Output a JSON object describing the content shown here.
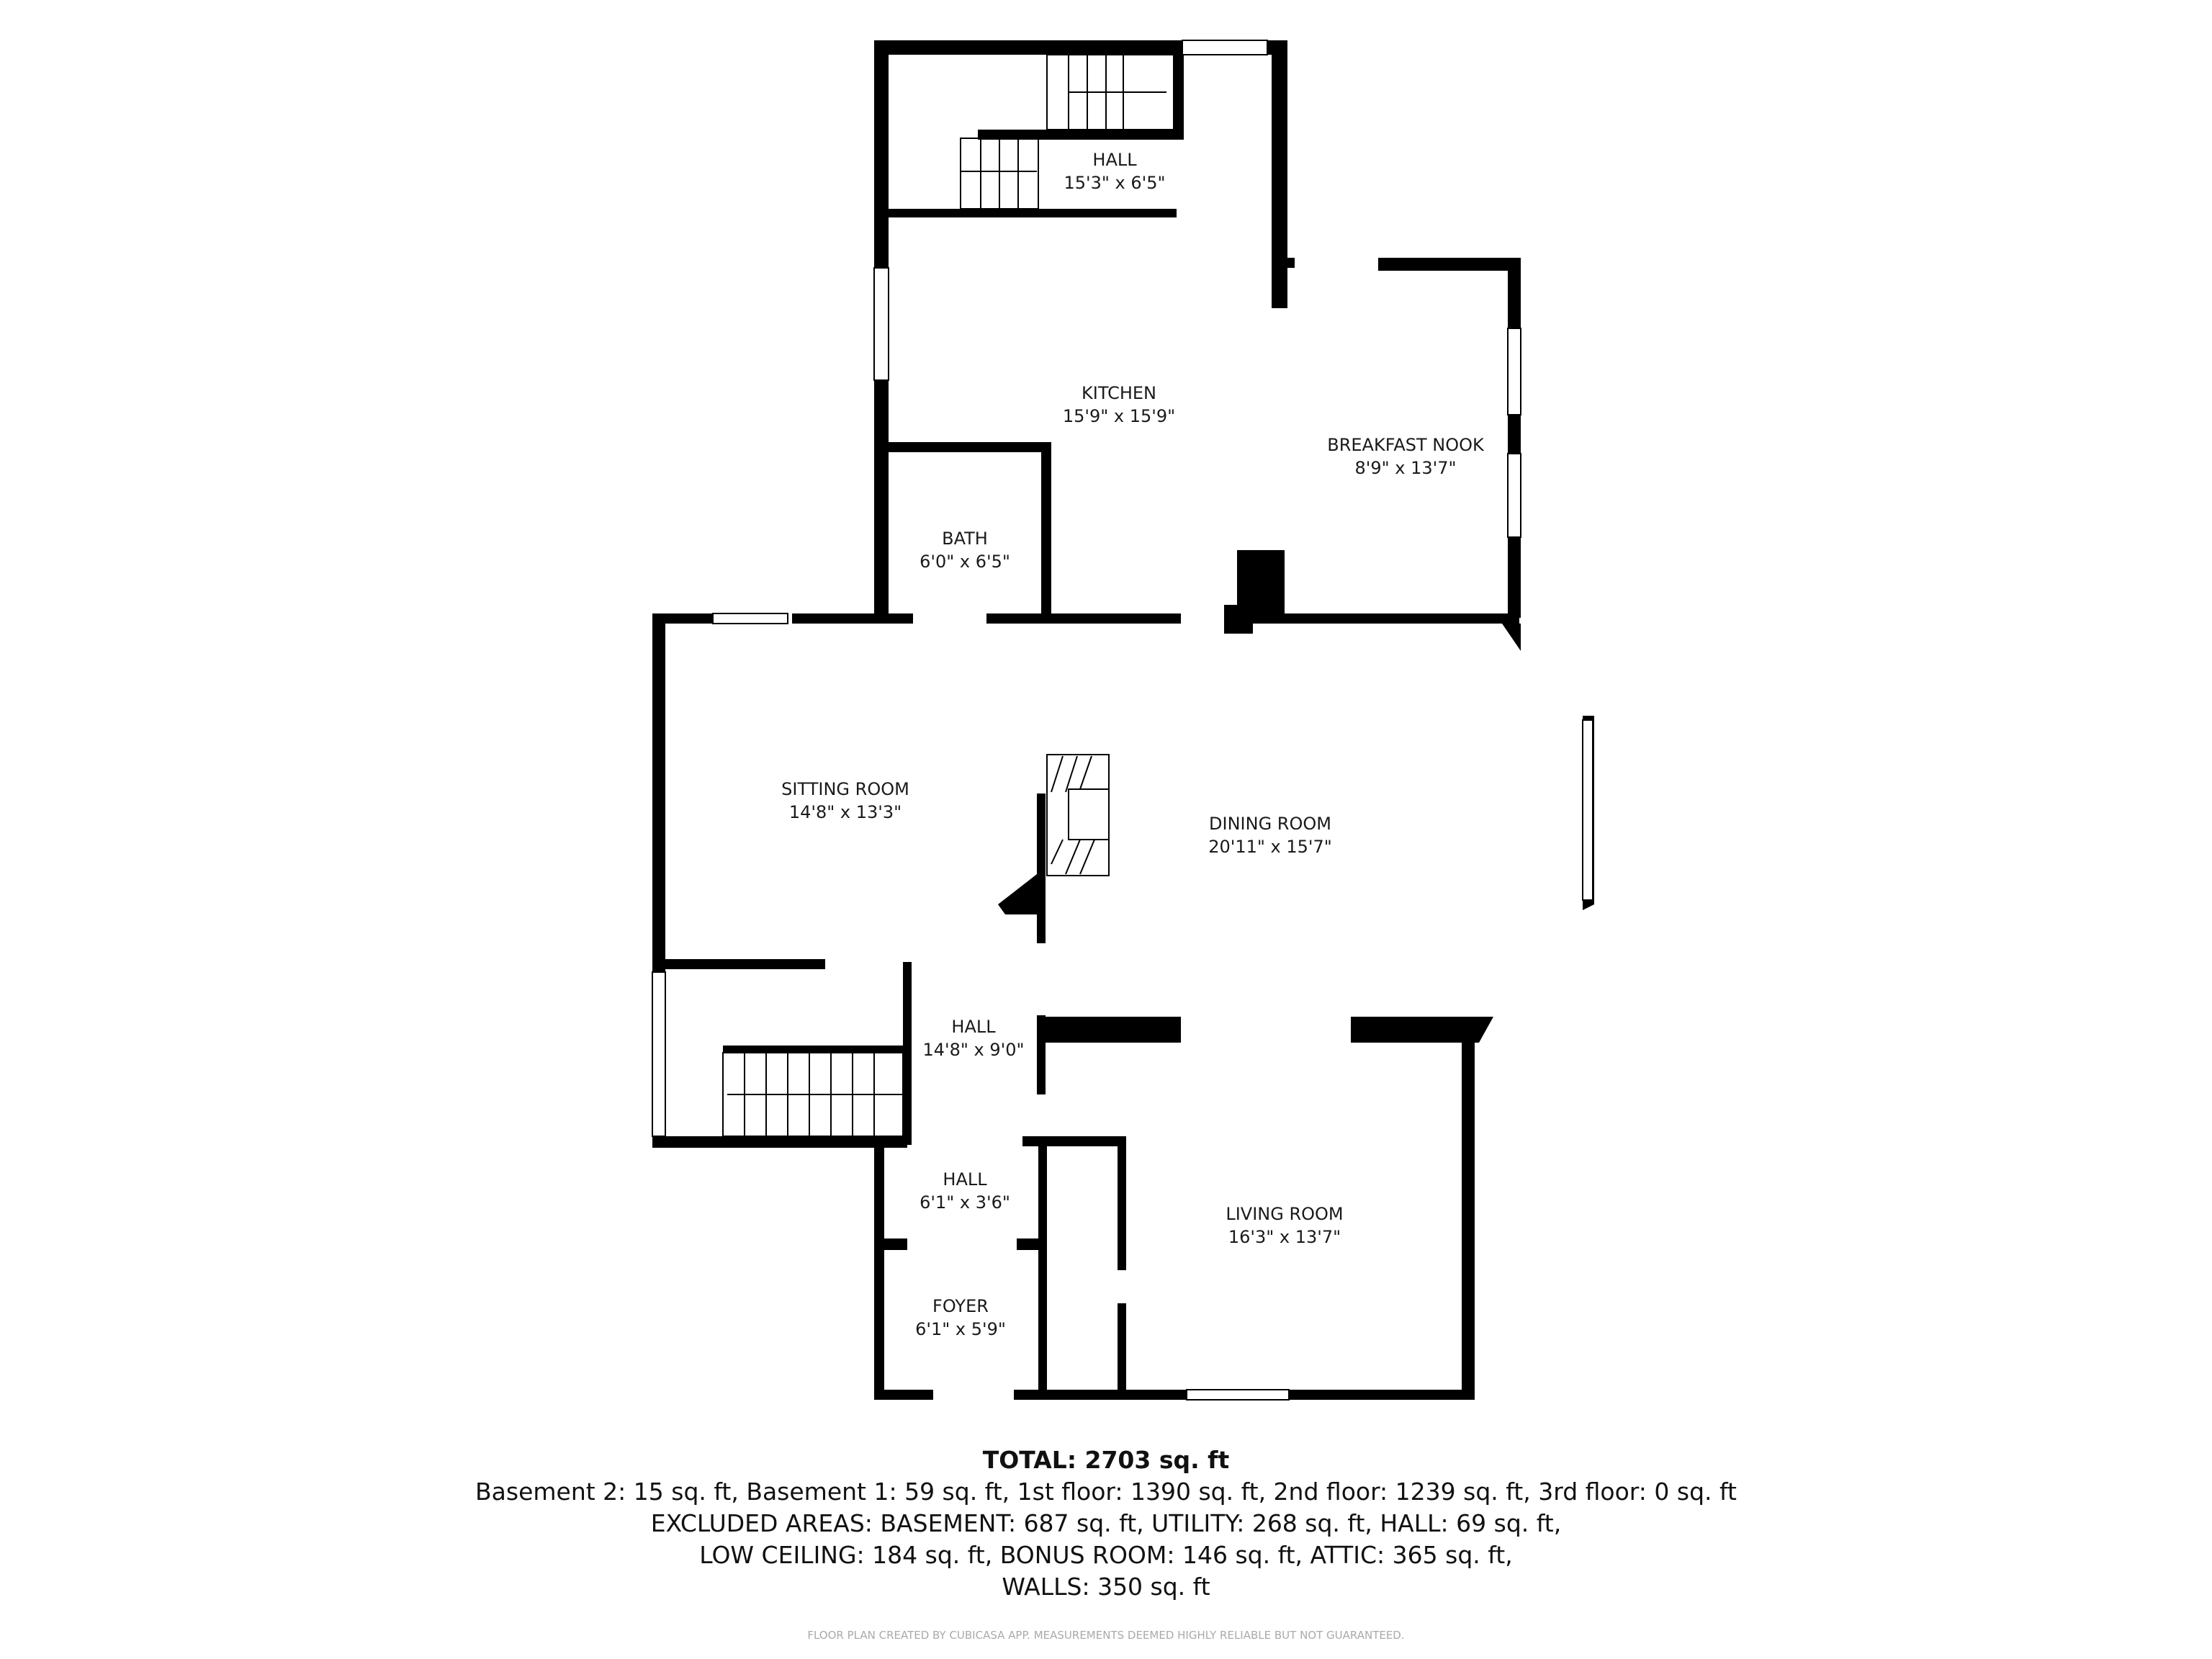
{
  "floor_plan": {
    "rooms": [
      {
        "name": "HALL",
        "size": "15'3\" x 6'5\""
      },
      {
        "name": "KITCHEN",
        "size": "15'9\" x 15'9\""
      },
      {
        "name": "BREAKFAST NOOK",
        "size": "8'9\" x 13'7\""
      },
      {
        "name": "BATH",
        "size": "6'0\" x 6'5\""
      },
      {
        "name": "SITTING ROOM",
        "size": "14'8\" x 13'3\""
      },
      {
        "name": "DINING ROOM",
        "size": "20'11\" x 15'7\""
      },
      {
        "name": "HALL",
        "size": "14'8\" x 9'0\""
      },
      {
        "name": "HALL",
        "size": "6'1\" x 3'6\""
      },
      {
        "name": "FOYER",
        "size": "6'1\" x 5'9\""
      },
      {
        "name": "LIVING ROOM",
        "size": "16'3\" x 13'7\""
      }
    ]
  },
  "summary": {
    "total": "TOTAL: 2703 sq. ft",
    "line1": "Basement 2: 15 sq. ft, Basement 1: 59 sq. ft, 1st floor: 1390 sq. ft, 2nd floor: 1239 sq. ft, 3rd floor: 0 sq. ft",
    "line2": "EXCLUDED AREAS: BASEMENT: 687 sq. ft, UTILITY: 268 sq. ft, HALL: 69 sq. ft,",
    "line3": "LOW CEILING: 184 sq. ft, BONUS ROOM: 146 sq. ft, ATTIC: 365 sq. ft,",
    "line4": "WALLS: 350 sq. ft"
  },
  "footer": "FLOOR PLAN CREATED BY CUBICASA APP. MEASUREMENTS DEEMED HIGHLY RELIABLE BUT NOT GUARANTEED."
}
